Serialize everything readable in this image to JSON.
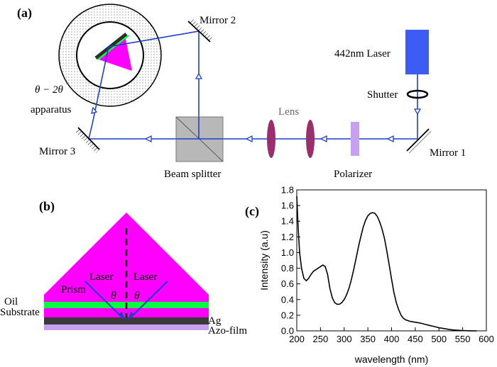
{
  "colors": {
    "beam": "#1d3fc9",
    "laser_box": "#3d5cf5",
    "lens": "#9b2f6e",
    "polarizer": "#c8a0f0",
    "splitter": "#b8b8b8",
    "prism": "#ff00ff",
    "oil": "#00ff40",
    "silver": "#3a3a3a",
    "azo": "#c9a0ee"
  },
  "panel_a": {
    "label": "(a)",
    "laser": "442nm Laser",
    "shutter": "Shutter",
    "mirror1": "Mirror 1",
    "mirror2": "Mirror 2",
    "mirror3": "Mirror 3",
    "lens": "Lens",
    "polarizer": "Polarizer",
    "beam_splitter": "Beam splitter",
    "apparatus_symbol": "θ − 2θ",
    "apparatus_word": "apparatus"
  },
  "panel_b": {
    "label": "(b)",
    "laser_left": "Laser",
    "laser_right": "Laser",
    "theta_left": "θ",
    "theta_right": "θ",
    "prism": "Prism",
    "oil": "Oil",
    "substrate": "Substrate",
    "ag": "Ag",
    "azo": "Azo-film"
  },
  "panel_c": {
    "label": "(c)"
  },
  "chart_data": {
    "type": "line",
    "xlabel": "wavelength (nm)",
    "ylabel": "Intensity (a.u)",
    "xlim": [
      200,
      600
    ],
    "ylim": [
      0.0,
      1.8
    ],
    "xticks": [
      "200",
      "250",
      "300",
      "350",
      "400",
      "450",
      "500",
      "550",
      "600"
    ],
    "yticks": [
      "0.0",
      "0.2",
      "0.4",
      "0.6",
      "0.8",
      "1.0",
      "1.2",
      "1.4",
      "1.6",
      "1.8"
    ],
    "series": [
      {
        "x": [
          200,
          203,
          206,
          210,
          215,
          220,
          225,
          230,
          235,
          240,
          245,
          250,
          255,
          260,
          265,
          270,
          275,
          280,
          285,
          290,
          295,
          300,
          305,
          310,
          315,
          320,
          325,
          330,
          335,
          340,
          345,
          350,
          355,
          360,
          365,
          370,
          375,
          380,
          385,
          390,
          395,
          400,
          405,
          410,
          415,
          420,
          425,
          430,
          435,
          440,
          450,
          460,
          470,
          480,
          490,
          500,
          510,
          520,
          530,
          540,
          550,
          560,
          570,
          580
        ],
        "y": [
          1.72,
          1.3,
          1.0,
          0.8,
          0.67,
          0.64,
          0.67,
          0.72,
          0.76,
          0.78,
          0.8,
          0.82,
          0.84,
          0.82,
          0.72,
          0.54,
          0.42,
          0.36,
          0.34,
          0.34,
          0.36,
          0.4,
          0.46,
          0.54,
          0.65,
          0.78,
          0.92,
          1.07,
          1.2,
          1.32,
          1.41,
          1.47,
          1.5,
          1.51,
          1.5,
          1.46,
          1.39,
          1.3,
          1.18,
          1.02,
          0.84,
          0.66,
          0.49,
          0.36,
          0.27,
          0.2,
          0.16,
          0.14,
          0.13,
          0.12,
          0.11,
          0.1,
          0.085,
          0.07,
          0.055,
          0.04,
          0.03,
          0.02,
          0.012,
          0.007,
          0.004,
          0.002,
          0.001,
          0.0
        ]
      }
    ],
    "grid": false
  }
}
